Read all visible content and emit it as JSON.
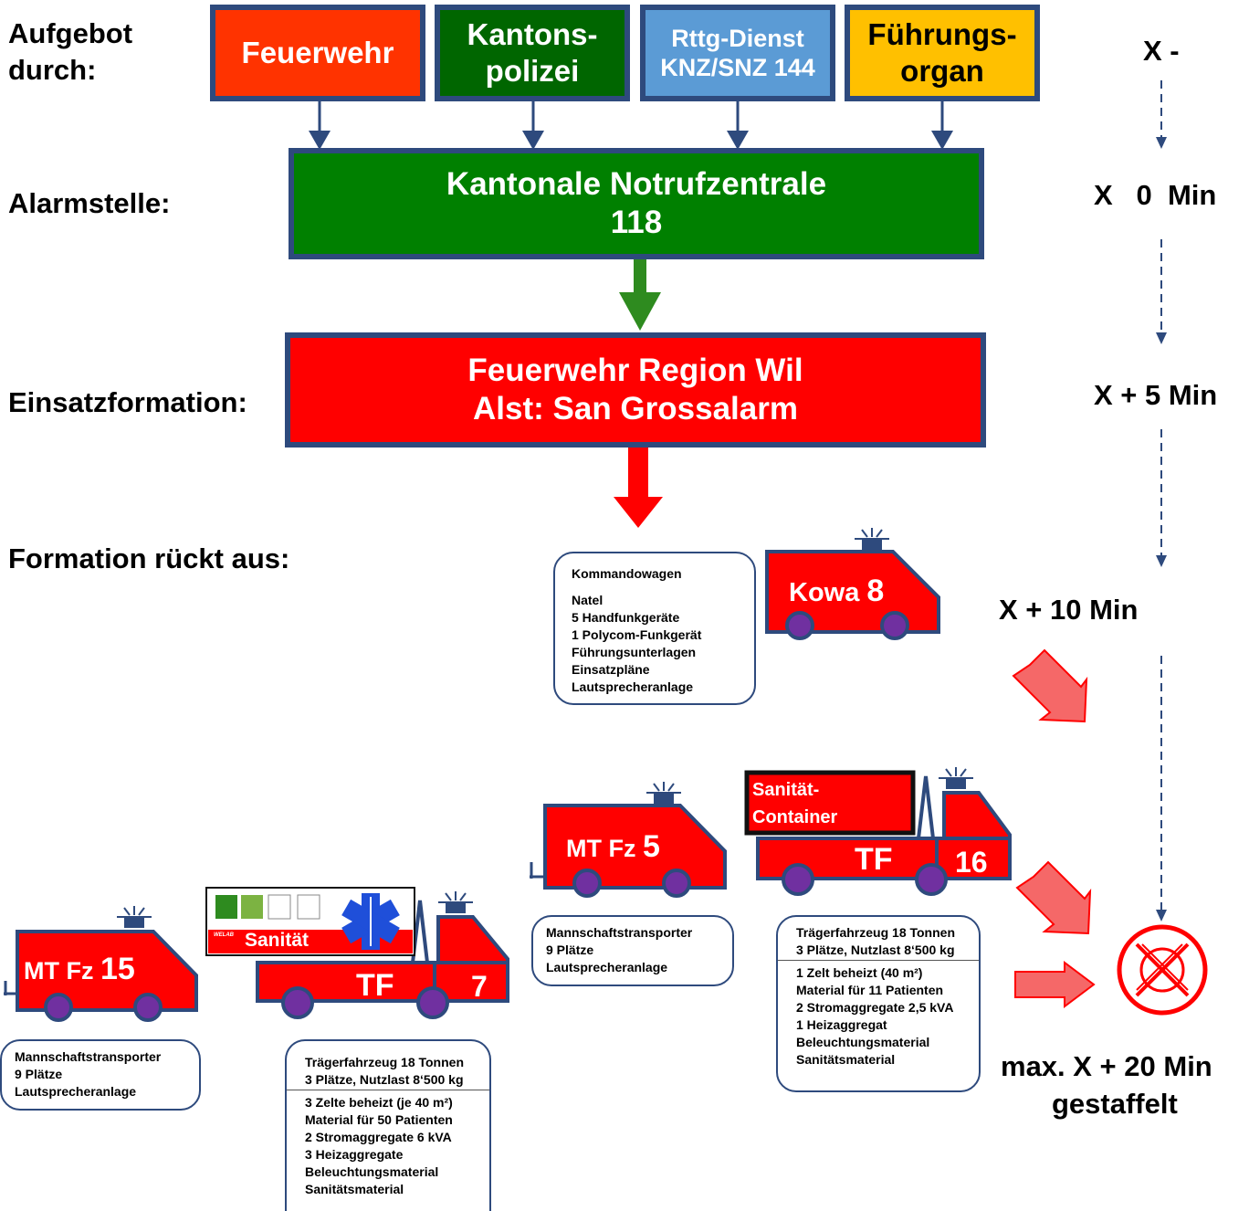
{
  "rows": {
    "aufgebot": "Aufgebot",
    "aufgebot2": "durch:",
    "alarmstelle": "Alarmstelle:",
    "einsatzformation": "Einsatzformation:",
    "formation": "Formation rückt aus:"
  },
  "sources": [
    {
      "l1": "Feuerwehr",
      "l2": ""
    },
    {
      "l1": "Kantons-",
      "l2": "polizei"
    },
    {
      "l1": "Rttg-Dienst",
      "l2": "KNZ/SNZ 144"
    },
    {
      "l1": "Führungs-",
      "l2": "organ"
    }
  ],
  "central": {
    "l1": "Kantonale Notrufzentrale",
    "l2": "118"
  },
  "formation_box": {
    "l1": "Feuerwehr Region Wil",
    "l2": "Alst: San Grossalarm"
  },
  "times": {
    "t1": "X -",
    "t2": "X   0  Min",
    "t3": "X + 5 Min",
    "t4": "X + 10 Min",
    "t5a": "max. X + 20 Min",
    "t5b": "gestaffelt"
  },
  "vehicles": {
    "kowa": {
      "name": "Kowa",
      "num": "8"
    },
    "mt5": {
      "name": "MT Fz",
      "num": "5"
    },
    "tf16": {
      "name": "TF",
      "num": "16",
      "container1": "Sanität-",
      "container2": "Container"
    },
    "mt15": {
      "name": "MT Fz",
      "num": "15"
    },
    "tf7": {
      "name": "TF",
      "num": "7",
      "container": "Sanität",
      "brand": "WELAB"
    }
  },
  "info": {
    "kowa": [
      "Kommandowagen",
      "",
      "Natel",
      "5 Handfunkgeräte",
      "1 Polycom-Funkgerät",
      "Führungsunterlagen",
      "Einsatzpläne",
      "Lautsprecheranlage"
    ],
    "mt5": [
      "Mannschaftstransporter",
      "9 Plätze",
      "Lautsprecheranlage"
    ],
    "tf16_head": [
      "Trägerfahrzeug 18 Tonnen",
      "3 Plätze, Nutzlast 8‘500 kg"
    ],
    "tf16": [
      "1 Zelt beheizt (40 m²)",
      "Material für 11 Patienten",
      "2 Stromaggregate 2,5 kVA",
      "1 Heizaggregat",
      "Beleuchtungsmaterial",
      "Sanitätsmaterial"
    ],
    "mt15": [
      "Mannschaftstransporter",
      "9 Plätze",
      "Lautsprecheranlage"
    ],
    "tf7_head": [
      "Trägerfahrzeug 18 Tonnen",
      "3 Plätze, Nutzlast 8‘500 kg"
    ],
    "tf7": [
      "3 Zelte beheizt (je 40 m²)",
      "Material für 50 Patienten",
      "2 Stromaggregate 6 kVA",
      "3 Heizaggregate",
      "Beleuchtungsmaterial",
      "Sanitätsmaterial"
    ]
  },
  "colors": {
    "feuerwehr": "#ff3300",
    "kapo": "#006600",
    "rttg": "#5b9bd5",
    "fuehrung": "#ffc000",
    "central": "#008000",
    "formation": "#ff0000",
    "border": "#2e4a7d",
    "vehicle": "#ff0000",
    "wheel": "#7030a0"
  },
  "icons": [
    "star-of-life-icon",
    "target-cross-icon",
    "siren-icon"
  ]
}
